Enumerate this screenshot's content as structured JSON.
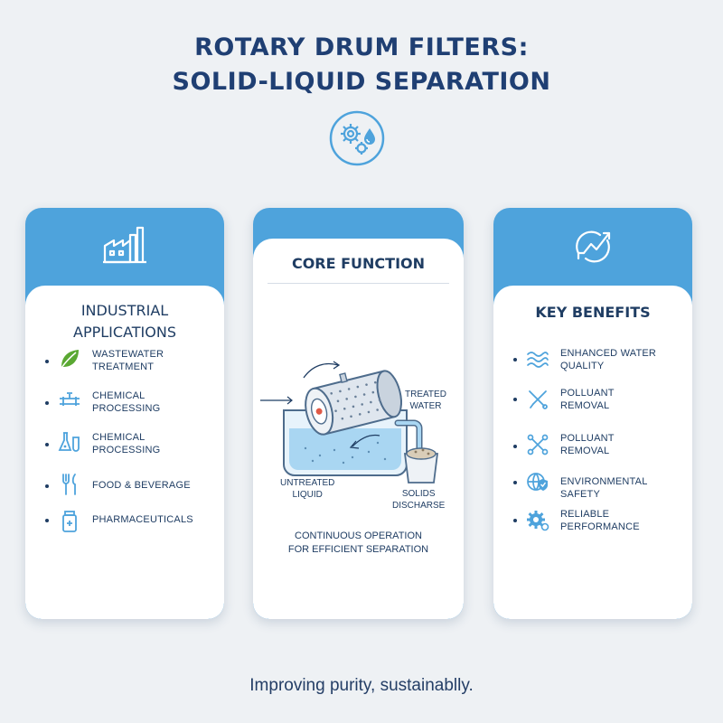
{
  "title_line1": "ROTARY DRUM FILTERS:",
  "title_line2": "SOLID-LIQUID SEPARATION",
  "icons": {
    "hero": "gears-water-drop-icon",
    "industrial": "factory-icon",
    "benefits": "recycle-arrow-icon"
  },
  "colors": {
    "accent": "#4ea3dc",
    "title": "#1f3f73",
    "green": "#5aa832"
  },
  "industrial": {
    "title": "INDUSTRIAL\nAPPLICATIONS",
    "items": [
      {
        "label": "WASTEWATER\nTREATMENT",
        "icon": "leaf-icon"
      },
      {
        "label": "CHEMICAL\nPROCESSING",
        "icon": "pipe-valve-icon"
      },
      {
        "label": "CHEMICAL\nPROCESSING",
        "icon": "flask-icon"
      },
      {
        "label": "FOOD & BEVERAGE",
        "icon": "fork-knife-icon"
      },
      {
        "label": "PHARMACEUTICALS",
        "icon": "medicine-bottle-icon"
      }
    ]
  },
  "core": {
    "title": "CORE FUNCTION",
    "treated": "TREATED\nWATER",
    "untreated": "UNTREATED\nLIQUID",
    "solids": "SOLIDS\nDISCHARSE",
    "caption": "CONTINUOUS OPERATION\nFOR EFFICIENT SEPARATION"
  },
  "benefits": {
    "title": "KEY BENEFITS",
    "items": [
      {
        "label": "ENHANCED WATER\nQUALITY",
        "icon": "waves-icon"
      },
      {
        "label": "POLLUANT\nREMOVAL",
        "icon": "crossed-tools-icon"
      },
      {
        "label": "POLLUANT\nREMOVAL",
        "icon": "molecule-icon"
      },
      {
        "label": "ENVIRONMENTAL SAFETY",
        "icon": "globe-shield-icon"
      },
      {
        "label": "RELIABLE\nPERFORMANCE",
        "icon": "gear-icon"
      }
    ]
  },
  "tagline": "Improving purity, sustainablly."
}
